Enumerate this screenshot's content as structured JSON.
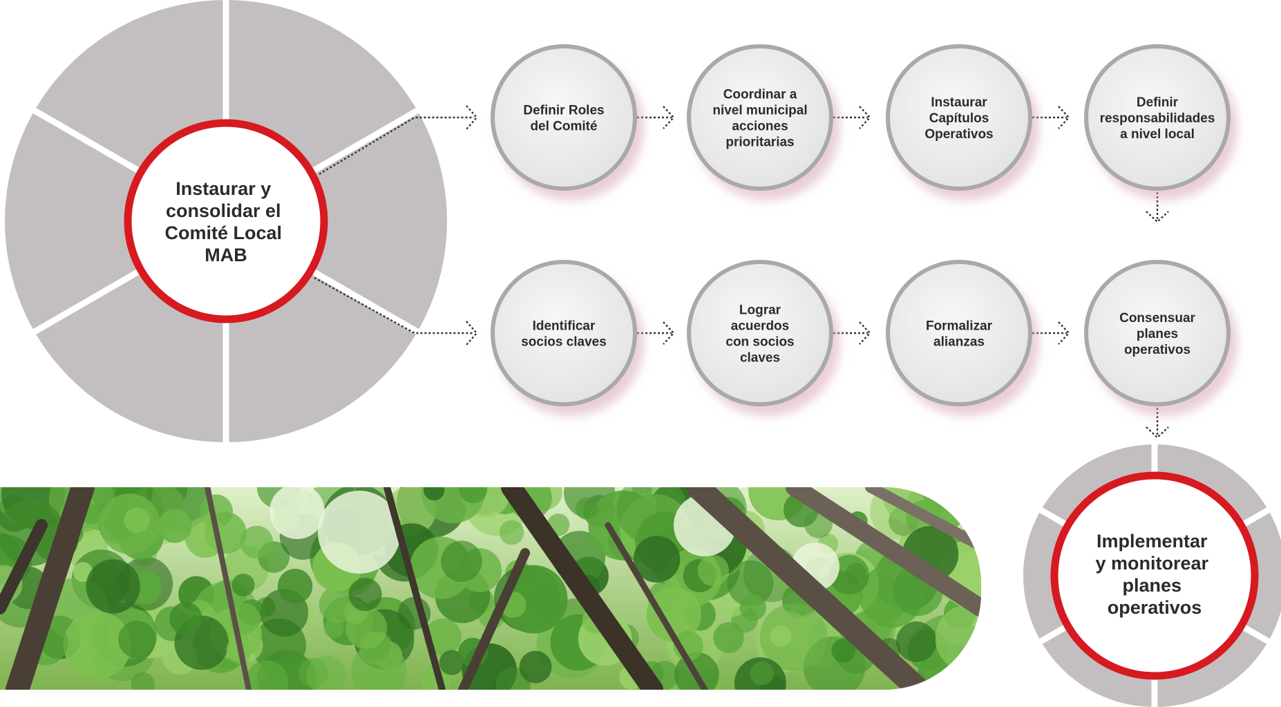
{
  "colors": {
    "ring_red": "#d71920",
    "pie_gray": "#c3bfc0",
    "node_fill": "#ececec",
    "node_ring": "#a9a9a9",
    "arrow": "#333333",
    "forest_green": "#4f9a36"
  },
  "diagram": {
    "hub": {
      "lines": [
        "Instaurar y",
        "consolidar el",
        "Comité Local",
        "MAB"
      ]
    },
    "row1": [
      {
        "lines": [
          "Definir Roles",
          "del Comité"
        ]
      },
      {
        "lines": [
          "Coordinar a",
          "nivel municipal",
          "acciones",
          "prioritarias"
        ]
      },
      {
        "lines": [
          "Instaurar",
          "Capítulos",
          "Operativos"
        ]
      },
      {
        "lines": [
          "Definir",
          "responsabilidades",
          "a nivel local"
        ]
      }
    ],
    "row2": [
      {
        "lines": [
          "Identificar",
          "socios claves"
        ]
      },
      {
        "lines": [
          "Lograr",
          "acuerdos",
          "con socios",
          "claves"
        ]
      },
      {
        "lines": [
          "Formalizar",
          "alianzas"
        ]
      },
      {
        "lines": [
          "Consensuar",
          "planes",
          "operativos"
        ]
      }
    ],
    "final": {
      "lines": [
        "Implementar",
        "y monitorear",
        "planes",
        "operativos"
      ]
    }
  },
  "photo": {
    "icon": "forest-canopy-photo"
  }
}
